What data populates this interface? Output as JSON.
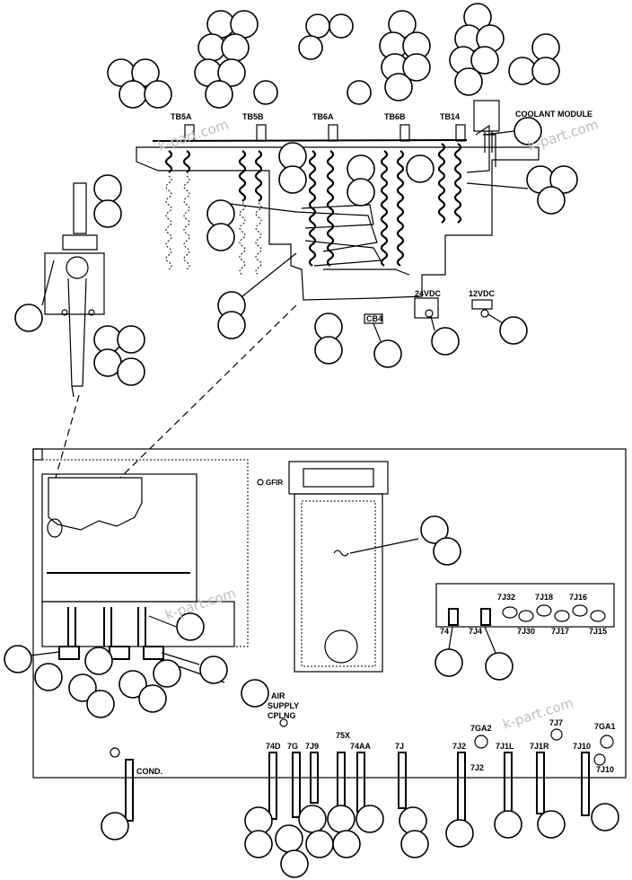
{
  "labels": {
    "tb5a_left": "TB5A",
    "tb5b": "TB5B",
    "tb6a": "TB6A",
    "tb6b": "TB6B",
    "tb14": "TB14",
    "coolant_module": "COOLANT MODULE",
    "vdc24": "24VDC",
    "vdc12": "12VDC",
    "cb4": "CB4",
    "gfir": "GFIR",
    "air_supply_1": "AIR",
    "air_supply_2": "SUPPLY",
    "air_supply_3": "CPLNG",
    "cond": "COND.",
    "j32": "7J32",
    "j18": "7J18",
    "j16": "7J16",
    "j30": "7J30",
    "j17": "7J17",
    "j15": "7J15",
    "j74": "74",
    "j7j4": "7J4",
    "j74d": "74D",
    "j7g": "7G",
    "j7j9": "7J9",
    "j75x": "75X",
    "j74aa": "74AA",
    "j7j": "7J",
    "j7j2": "7J2",
    "j7ga2": "7GA2",
    "j7j2b": "7J2",
    "j7j1l": "7J1L",
    "j7j1r": "7J1R",
    "j7j7": "7J7",
    "j7ga1": "7GA1",
    "j7j10": "7J10",
    "j7j10b": "7J10"
  },
  "watermark": "k-part.com"
}
